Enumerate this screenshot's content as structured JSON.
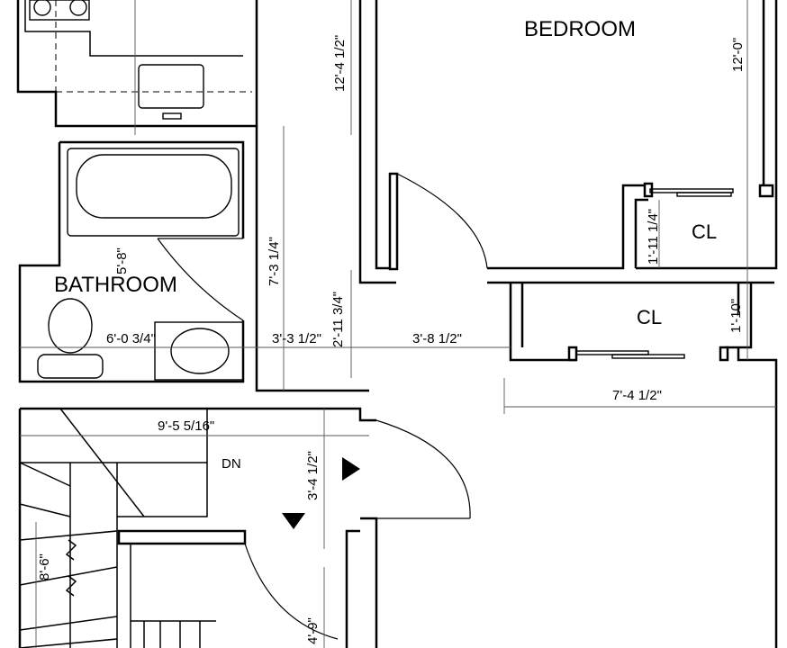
{
  "rooms": {
    "bedroom": "BEDROOM",
    "bathroom": "BATHROOM",
    "closet_top": "CL",
    "closet_mid": "CL"
  },
  "labels": {
    "stair_down": "DN"
  },
  "dimensions": {
    "bedroom_depth_left": "12'-4 1/2\"",
    "bedroom_depth_right": "12'-0\"",
    "bath_height": "7'-3 1/4\"",
    "bath_width": "6'-0 3/4\"",
    "bath_vanity": "5'-8\"",
    "hall_1": "3'-3 1/2\"",
    "hall_2": "2'-11 3/4\"",
    "hall_3": "3'-8 1/2\"",
    "closet_top_depth": "1'-11 1/4\"",
    "closet_mid_depth": "1'-10\"",
    "closet_width": "7'-4 1/2\"",
    "stair_width": "9'-5 5/16\"",
    "landing": "3'-4 1/2\"",
    "stair_left": "8'-6\"",
    "lower_hall": "4'-9\""
  },
  "colors": {
    "line": "#000000",
    "background": "#ffffff",
    "dimension_line": "#555555"
  }
}
